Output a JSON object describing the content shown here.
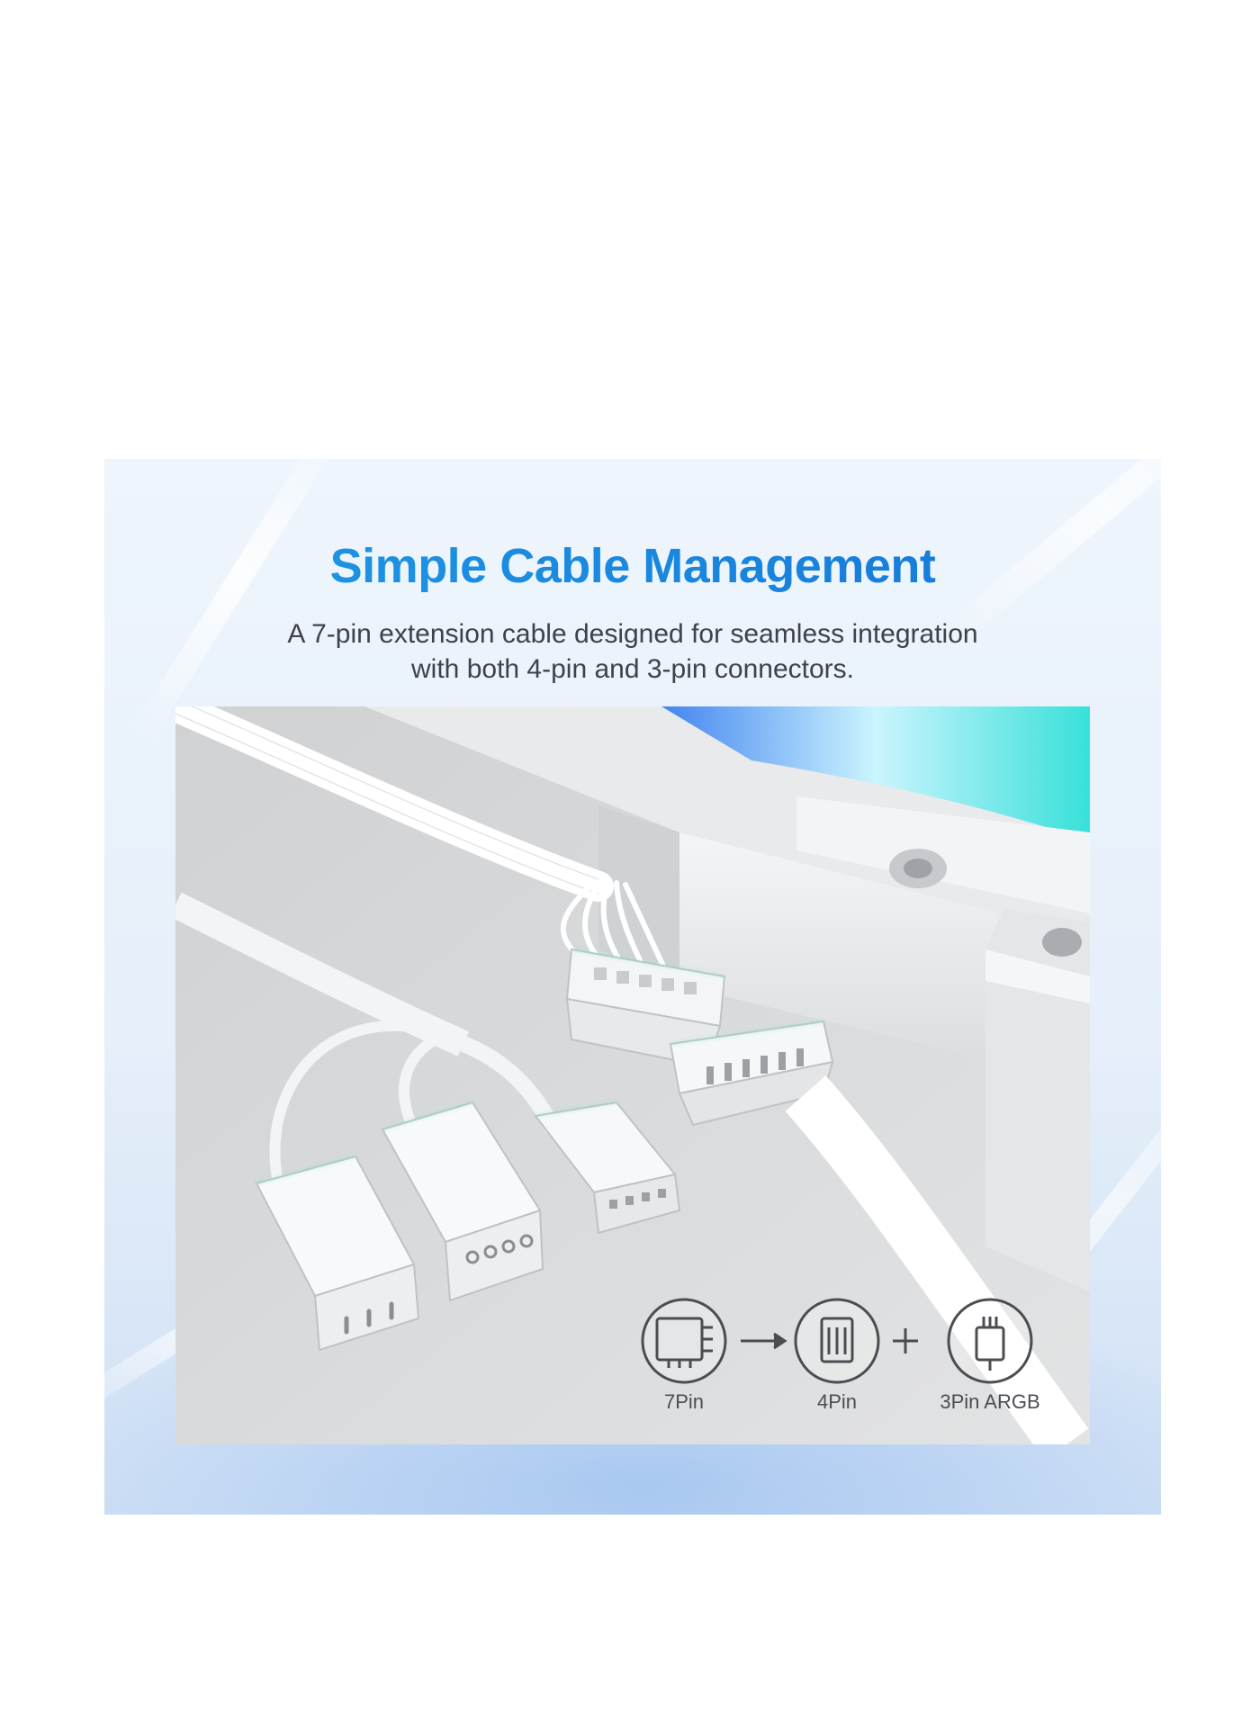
{
  "heading": {
    "title": "Simple Cable Management",
    "subtitle_line1": "A 7-pin extension cable designed for seamless integration",
    "subtitle_line2": "with both 4-pin and 3-pin connectors."
  },
  "connector_legend": {
    "items": [
      {
        "label": "7Pin",
        "icon": "7pin-connector-icon"
      },
      {
        "label": "4Pin",
        "icon": "4pin-connector-icon"
      },
      {
        "label": "3Pin ARGB",
        "icon": "3pin-argb-connector-icon"
      }
    ],
    "arrow": "→",
    "plus": "+"
  },
  "colors": {
    "title_blue": "#1a8fe0",
    "subtitle_gray": "#3f4248",
    "panel_bg": "#e6effa",
    "legend_stroke": "#4a4d52"
  }
}
